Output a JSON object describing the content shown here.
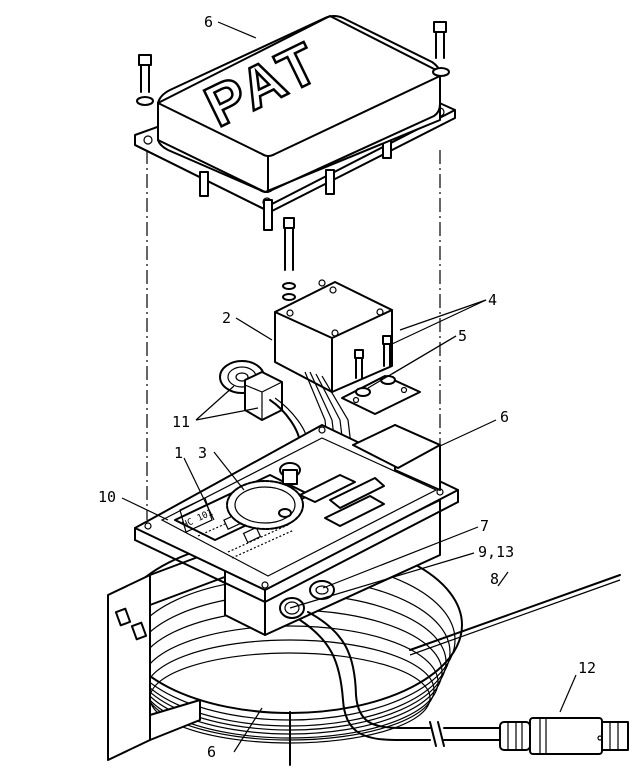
{
  "logo_text": "PAT",
  "chip_label": "HC 101",
  "callouts": [
    {
      "id": "c6-top",
      "label": "6"
    },
    {
      "id": "c2",
      "label": "2"
    },
    {
      "id": "c4",
      "label": "4"
    },
    {
      "id": "c5",
      "label": "5"
    },
    {
      "id": "c6-right",
      "label": "6"
    },
    {
      "id": "c11",
      "label": "11"
    },
    {
      "id": "c1",
      "label": "1"
    },
    {
      "id": "c3",
      "label": "3"
    },
    {
      "id": "c10",
      "label": "10"
    },
    {
      "id": "c7",
      "label": "7"
    },
    {
      "id": "c9-13",
      "label": "9,13"
    },
    {
      "id": "c8",
      "label": "8"
    },
    {
      "id": "c12",
      "label": "12"
    },
    {
      "id": "c6-bottom",
      "label": "6"
    }
  ]
}
